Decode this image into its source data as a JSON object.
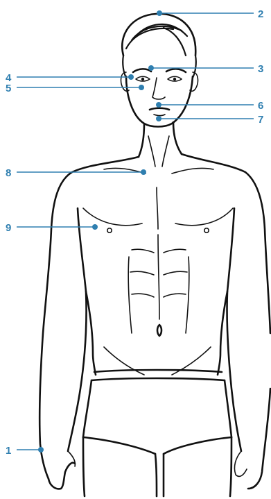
{
  "accent_color": "#2f7fb0",
  "figure": {
    "subject": "male-body-front-view",
    "style": "line-drawing"
  },
  "markers": [
    {
      "label": "1"
    },
    {
      "label": "2"
    },
    {
      "label": "3"
    },
    {
      "label": "4"
    },
    {
      "label": "5"
    },
    {
      "label": "6"
    },
    {
      "label": "7"
    },
    {
      "label": "8"
    },
    {
      "label": "9"
    }
  ]
}
